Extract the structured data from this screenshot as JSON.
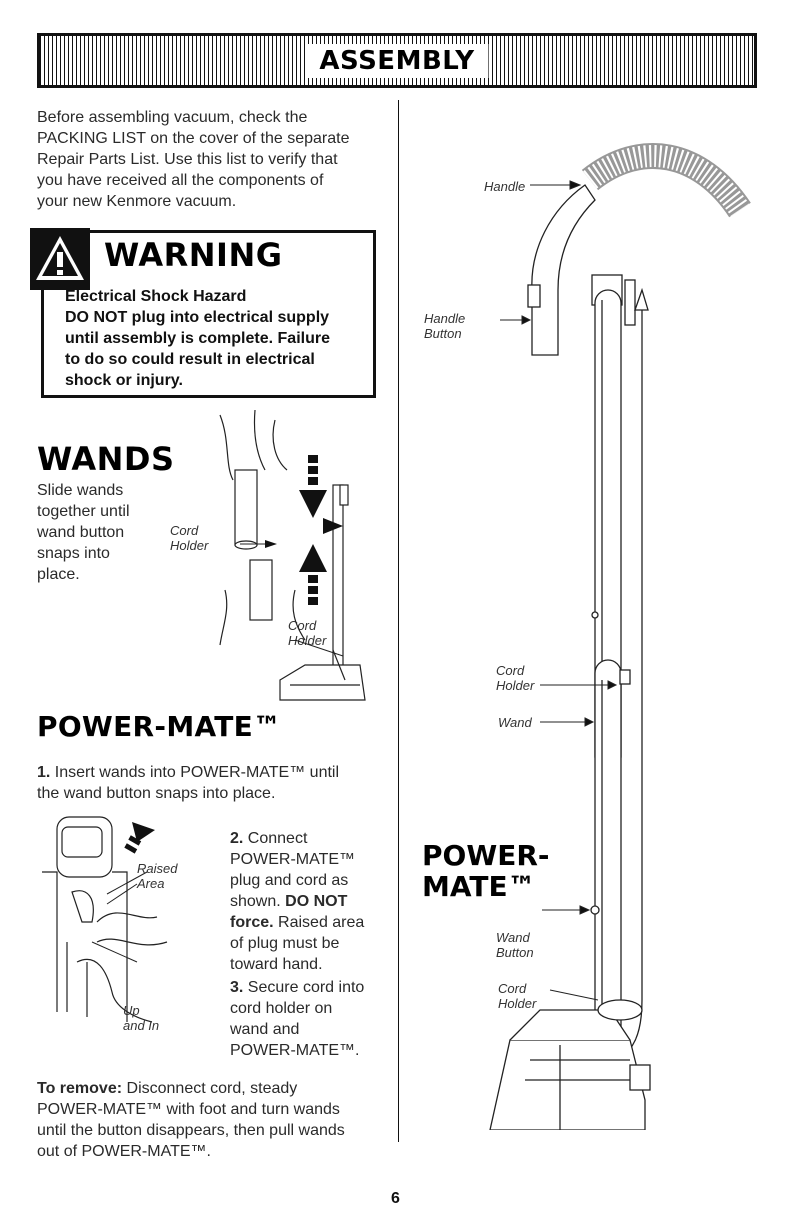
{
  "header": {
    "title": "ASSEMBLY"
  },
  "intro": {
    "lines": [
      "Before assembling vacuum, check the",
      "PACKING LIST on the cover of the separate",
      "Repair Parts List. Use this list to verify that",
      "you have received all the components of",
      "your new Kenmore vacuum."
    ]
  },
  "warning": {
    "title": "WARNING",
    "heading": "Electrical Shock Hazard",
    "lines": [
      "DO NOT plug into electrical supply",
      "until assembly is complete. Failure",
      "to do so could result in electrical",
      "shock or injury."
    ]
  },
  "wands": {
    "title": "WANDS",
    "lines": [
      "Slide wands",
      "together until",
      "wand button",
      "snaps into",
      "place."
    ],
    "label_cord_holder_1": [
      "Cord",
      "Holder"
    ],
    "label_cord_holder_2": [
      "Cord",
      "Holder"
    ]
  },
  "powermate": {
    "title": "POWER-MATE™",
    "step1_num": "1.",
    "step1_lines": [
      "Insert wands into POWER-MATE™ until",
      "the wand button snaps into place."
    ],
    "raised_area_label": [
      "Raised",
      "Area"
    ],
    "up_in_label": [
      "Up",
      "and In"
    ],
    "step2_num": "2.",
    "step2_lines": [
      "Connect",
      "POWER-MATE™",
      "plug and cord as"
    ],
    "step2_shown": "shown.",
    "step2_donot": "DO NOT",
    "step2_force": "force.",
    "step2_rest": "Raised area",
    "step2_lines_b": [
      "of plug must be",
      "toward hand."
    ],
    "step3_num": "3.",
    "step3_lines": [
      "Secure cord into",
      "cord holder on",
      "wand and",
      "POWER-MATE™."
    ],
    "remove_label": "To remove:",
    "remove_lines": [
      "Disconnect cord, steady",
      "POWER-MATE™ with foot and turn wands",
      "until the button disappears, then pull wands",
      "out of POWER-MATE™."
    ]
  },
  "figure_right": {
    "handle": "Handle",
    "handle_button": [
      "Handle",
      "Button"
    ],
    "cord_holder": [
      "Cord",
      "Holder"
    ],
    "wand": "Wand",
    "title_lines": [
      "POWER-",
      "MATE™"
    ],
    "wand_button": [
      "Wand",
      "Button"
    ],
    "cord_holder_2": [
      "Cord",
      "Holder"
    ]
  },
  "page_number": "6"
}
